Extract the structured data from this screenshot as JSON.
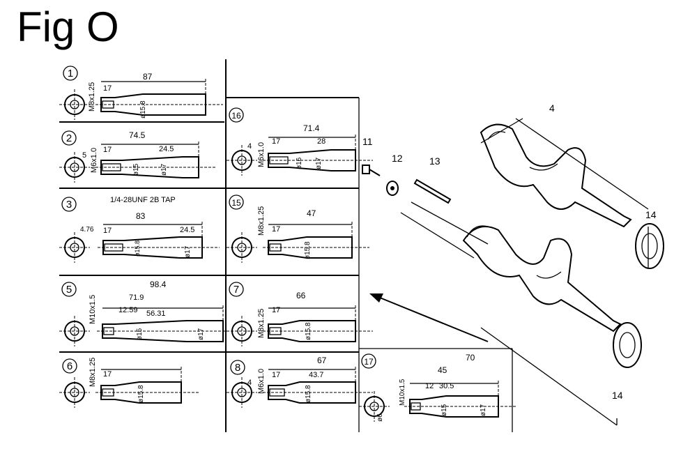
{
  "title": "Fig O",
  "panels": {
    "p1": {
      "num": "1",
      "thread": "M8x1.25",
      "len": "87",
      "d1": "17",
      "dia": "ø15.8"
    },
    "p2": {
      "num": "2",
      "thread": "M6x1.0",
      "len": "74.5",
      "d1": "17",
      "d2": "24.5",
      "side": "5",
      "dia": "ø15",
      "dia2": "ø17"
    },
    "p3": {
      "num": "3",
      "note": "1/4-28UNF 2B TAP",
      "len": "83",
      "d1": "17",
      "d2": "24.5",
      "side": "4.76",
      "dia": "ø15.8",
      "dia2": "ø17"
    },
    "p5": {
      "num": "5",
      "thread": "M10x1.5",
      "len": "98.4",
      "len2": "71.9",
      "d1": "12.59",
      "d2": "56.31",
      "dia": "ø15",
      "dia2": "ø17"
    },
    "p6": {
      "num": "6",
      "thread": "M8x1.25",
      "d1": "17",
      "dia": "ø15.8"
    },
    "p16": {
      "num": "16",
      "thread": "M6x1.0",
      "len": "71.4",
      "d1": "17",
      "d2": "28",
      "side": "4",
      "dia": "ø16",
      "dia2": "ø17"
    },
    "p15": {
      "num": "15",
      "thread": "M8x1.25",
      "len": "47",
      "d1": "17",
      "dia": "ø15.8"
    },
    "p7": {
      "num": "7",
      "thread": "M8x1.25",
      "len": "66",
      "d1": "17",
      "dia": "ø15.8"
    },
    "p8": {
      "num": "8",
      "thread": "M6x1.0",
      "len": "67",
      "d1": "17",
      "d2": "43.7",
      "side": "4",
      "dia": "ø15.8"
    },
    "p17": {
      "num": "17",
      "thread": "M10x1.5",
      "len": "70",
      "len2": "45",
      "d1": "12",
      "d2": "30.5",
      "side": "ø6",
      "dia": "ø15",
      "dia2": "ø17"
    }
  },
  "parts": {
    "crankshaft": "4",
    "bolt": "11",
    "washer": "12",
    "key": "13",
    "bearing_top": "14",
    "bearing_bottom": "14"
  }
}
